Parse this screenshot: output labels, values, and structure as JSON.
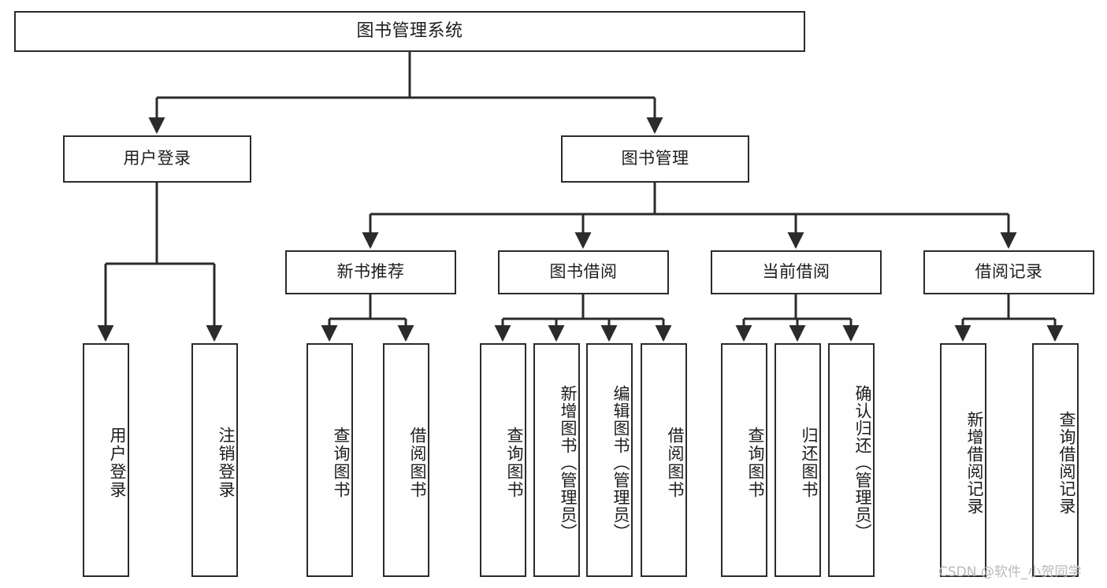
{
  "diagram": {
    "title": "图书管理系统",
    "type": "function-structure-tree",
    "watermark": "CSDN @软件_小贺同学",
    "colors": {
      "stroke": "#2b2b2b",
      "fill": "#fefefe",
      "text": "#1d1d1d",
      "background": "#ffffff",
      "watermark": "#b9b9b9"
    },
    "levels": {
      "root": {
        "label": "图书管理系统"
      },
      "level1": [
        {
          "label": "用户登录"
        },
        {
          "label": "图书管理"
        }
      ],
      "level2": [
        {
          "label": "新书推荐"
        },
        {
          "label": "图书借阅"
        },
        {
          "label": "当前借阅"
        },
        {
          "label": "借阅记录"
        }
      ],
      "leaves": [
        {
          "label": "用户登录",
          "parent": "用户登录"
        },
        {
          "label": "注销登录",
          "parent": "用户登录"
        },
        {
          "label": "查询图书",
          "parent": "新书推荐"
        },
        {
          "label": "借阅图书",
          "parent": "新书推荐"
        },
        {
          "label": "查询图书",
          "parent": "图书借阅"
        },
        {
          "label": "新增图书（管理员）",
          "parent": "图书借阅"
        },
        {
          "label": "编辑图书（管理员）",
          "parent": "图书借阅"
        },
        {
          "label": "借阅图书",
          "parent": "图书借阅"
        },
        {
          "label": "查询图书",
          "parent": "当前借阅"
        },
        {
          "label": "归还图书",
          "parent": "当前借阅"
        },
        {
          "label": "确认归还（管理员）",
          "parent": "当前借阅"
        },
        {
          "label": "新增借阅记录",
          "parent": "借阅记录"
        },
        {
          "label": "查询借阅记录",
          "parent": "借阅记录"
        }
      ]
    }
  }
}
